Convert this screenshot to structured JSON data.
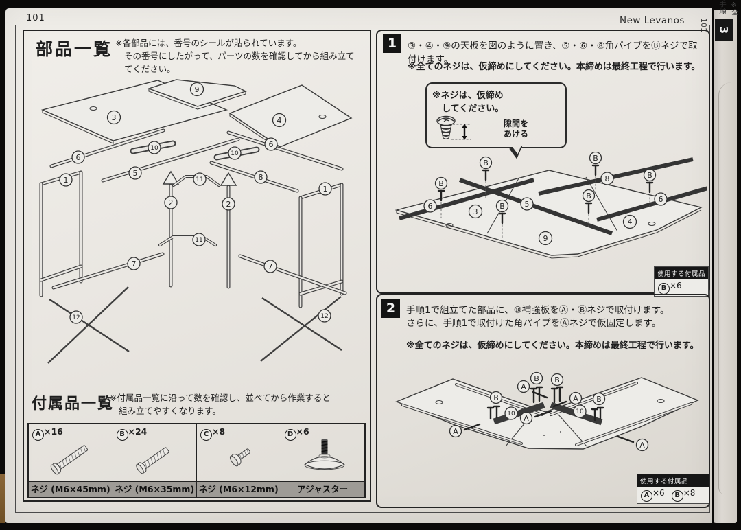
{
  "photo": {
    "page_number": "101",
    "brand": "New Levanos",
    "side_page_number": "101",
    "side_tab_number": "3",
    "side_tab_label": "手順",
    "side_partial_text": "※全"
  },
  "parts_list": {
    "title": "部品一覧",
    "note_line1": "※各部品には、番号のシールが貼られています。",
    "note_line2": "その番号にしたがって、パーツの数を確認してから組み立ててください。",
    "labels": {
      "p9": "9",
      "p3": "3",
      "p4": "4",
      "p6a": "6",
      "p10a": "10",
      "p10b": "10",
      "p6b": "6",
      "p5": "5",
      "p8": "8",
      "p1a": "1",
      "p1b": "1",
      "p11a": "11",
      "p2a": "2",
      "p2b": "2",
      "p11b": "11",
      "p7a": "7",
      "p7b": "7",
      "p12a": "12",
      "p12b": "12"
    }
  },
  "accessories": {
    "title": "付属品一覧",
    "note_line1": "※付属品一覧に沿って数を確認し、並べてから作業すると",
    "note_line2": "組み立てやすくなります。",
    "items": [
      {
        "code": "A",
        "qty": "×16",
        "name": "ネジ (M6×45mm)"
      },
      {
        "code": "B",
        "qty": "×24",
        "name": "ネジ (M6×35mm)"
      },
      {
        "code": "C",
        "qty": "×8",
        "name": "ネジ (M6×12mm)"
      },
      {
        "code": "D",
        "qty": "×6",
        "name": "アジャスター"
      }
    ]
  },
  "step1": {
    "number": "1",
    "text": "③・④・⑨の天板を図のように置き、⑤・⑥・⑧角パイプをⒷネジで取付けます。",
    "warning": "※全てのネジは、仮締めにしてください。本締めは最終工程で行います。",
    "callout_line1": "※ネジは、仮締め",
    "callout_line2": "してください。",
    "gap_line1": "隙間を",
    "gap_line2": "あける",
    "used_title": "使用する付属品",
    "used_items": [
      {
        "code": "B",
        "qty": "×6"
      }
    ],
    "labels": {
      "b1": "B",
      "b2": "B",
      "b3": "B",
      "b4": "B",
      "b5": "B",
      "b6": "B",
      "p6l": "6",
      "p3": "3",
      "p5": "5",
      "p8": "8",
      "p6r": "6",
      "p4": "4",
      "p9": "9"
    }
  },
  "step2": {
    "number": "2",
    "text_line1": "手順1で組立てた部品に、⑩補強板をⒶ・Ⓑネジで取付けます。",
    "text_line2": "さらに、手順1で取付けた角パイプをⒶネジで仮固定します。",
    "warning": "※全てのネジは、仮締めにしてください。本締めは最終工程で行います。",
    "used_title": "使用する付属品",
    "used_items": [
      {
        "code": "A",
        "qty": "×6"
      },
      {
        "code": "B",
        "qty": "×8"
      }
    ],
    "labels": {
      "b1": "B",
      "b2": "B",
      "b3": "B",
      "b4": "B",
      "a1": "A",
      "a2": "A",
      "a3": "A",
      "a4": "A",
      "a5": "A",
      "p10l": "10",
      "p10r": "10"
    }
  }
}
